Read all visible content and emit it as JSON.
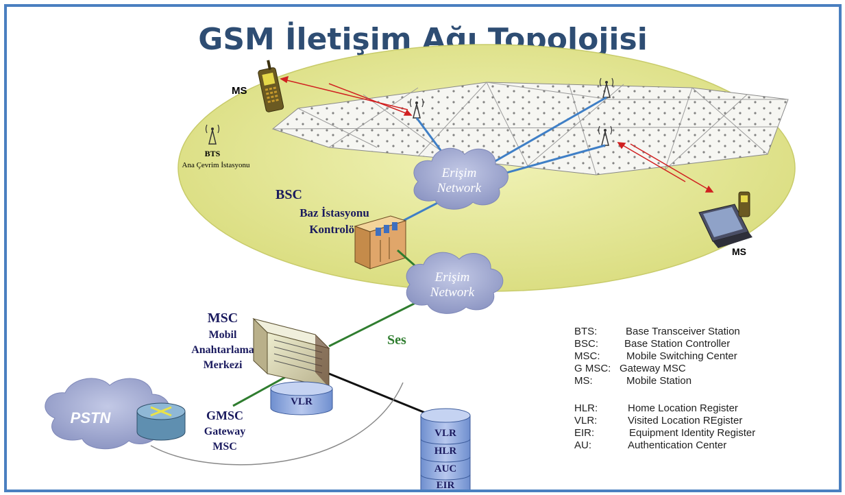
{
  "title": "GSM İletişim Ağı Topolojisi",
  "nodes": {
    "ms_top": "MS",
    "bts_label": "BTS",
    "bts_desc": "Ana Çevrim İstasyonu",
    "cloud_upper_1": "Erişim",
    "cloud_upper_2": "Network",
    "bsc_label": "BSC",
    "bsc_desc_1": "Baz İstasyonu",
    "bsc_desc_2": "Kontrolör",
    "ms_right": "MS",
    "cloud_lower_1": "Erişim",
    "cloud_lower_2": "Network",
    "msc_label": "MSC",
    "msc_desc_1": "Mobil",
    "msc_desc_2": "Anahtarlama",
    "msc_desc_3": "Merkezi",
    "ses": "Ses",
    "vlr_small": "VLR",
    "pstn": "PSTN",
    "gmsc_label": "GMSC",
    "gmsc_desc_1": "Gateway",
    "gmsc_desc_2": "MSC"
  },
  "database": [
    "VLR",
    "HLR",
    "AUC",
    "EIR"
  ],
  "legend_group1": [
    {
      "abbr": "BTS:",
      "desc": "Base Transceiver Station"
    },
    {
      "abbr": "BSC:",
      "desc": "Base Station Controller"
    },
    {
      "abbr": "MSC:",
      "desc": "Mobile Switching Center"
    },
    {
      "abbr": "G MSC:",
      "desc": "Gateway MSC"
    },
    {
      "abbr": "MS:",
      "desc": "Mobile Station"
    }
  ],
  "legend_group2": [
    {
      "abbr": "HLR:",
      "desc": "Home Location Register"
    },
    {
      "abbr": "VLR:",
      "desc": "Visited Location REgister"
    },
    {
      "abbr": "EIR:",
      "desc": "Equipment Identity Register"
    },
    {
      "abbr": "AU:",
      "desc": "Authentication Center"
    }
  ],
  "colors": {
    "frame": "#4a7fc0",
    "title": "#2e4d73",
    "ellipse": "#e7e99b",
    "cloud": "#9aa3cc",
    "link_blue": "#3f7fc6",
    "link_green": "#2f7d2f",
    "signal_red": "#d02020",
    "database": "#7f9fd6"
  }
}
